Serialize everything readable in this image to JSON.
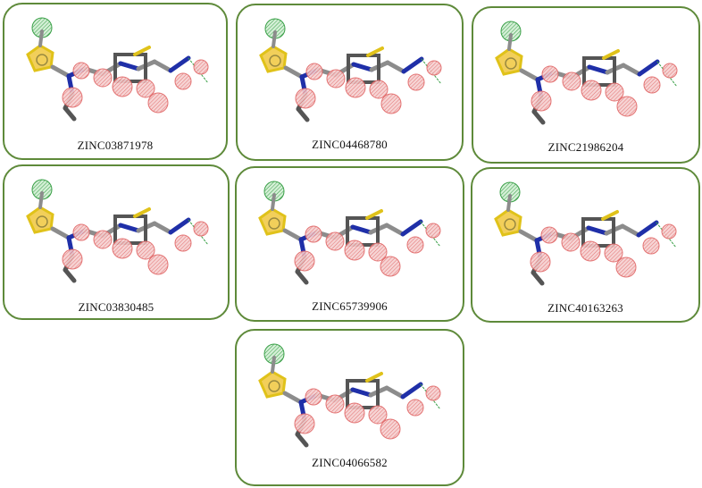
{
  "colors": {
    "frame": "#5e8a3a",
    "bond": "#8c8c8c",
    "carbon_dark": "#555555",
    "nitrogen": "#1f2fa8",
    "sulfur": "#e0c21a",
    "ring_fill": "#f2cf5a",
    "acceptor": "#e06464",
    "donor": "#3aa048"
  },
  "panels": [
    {
      "id": "ZINC03871978"
    },
    {
      "id": "ZINC04468780"
    },
    {
      "id": "ZINC21986204"
    },
    {
      "id": "ZINC03830485"
    },
    {
      "id": "ZINC65739906"
    },
    {
      "id": "ZINC40163263"
    },
    {
      "id": "ZINC04066582"
    }
  ]
}
